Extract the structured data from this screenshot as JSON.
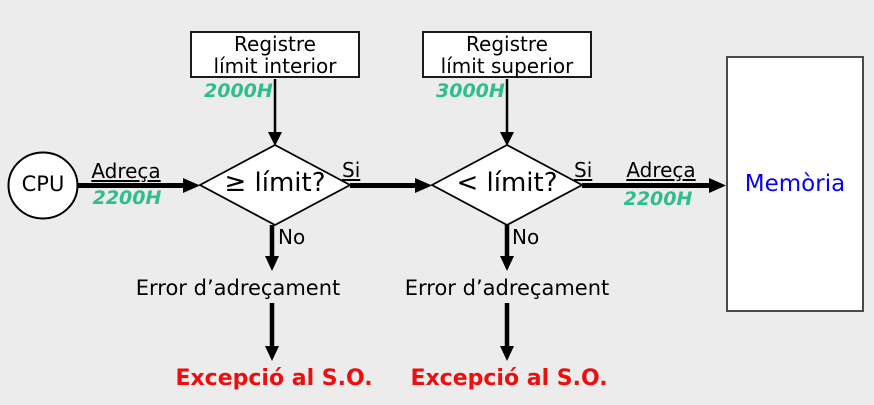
{
  "colors": {
    "background": "#ececec",
    "value_green": "#2ebe8c",
    "exception_red": "#ee0e0e",
    "memory_blue": "#0404f4",
    "line_black": "#000000"
  },
  "nodes": {
    "cpu": {
      "label": "CPU"
    },
    "register_lower": {
      "line1": "Registre",
      "line2": "límit interior",
      "value": "2000H"
    },
    "register_upper": {
      "line1": "Registre",
      "line2": "límit superior",
      "value": "3000H"
    },
    "decision_lower_bound": {
      "label": "≥ límit?"
    },
    "decision_upper_bound": {
      "label": "< límit?"
    },
    "memory": {
      "label": "Memòria"
    }
  },
  "edges": {
    "cpu_address": {
      "label": "Adreça",
      "value": "2200H"
    },
    "decision1_yes": {
      "label": "Si"
    },
    "decision1_no": {
      "label": "No"
    },
    "decision2_yes": {
      "label": "Si"
    },
    "decision2_no": {
      "label": "No"
    },
    "memory_address": {
      "label": "Adreça",
      "value": "2200H"
    }
  },
  "outcomes": {
    "error_lower": {
      "label": "Error d’adreçament"
    },
    "error_upper": {
      "label": "Error d’adreçament"
    },
    "exception_lower": {
      "label": "Excepció al S.O."
    },
    "exception_upper": {
      "label": "Excepció al S.O."
    }
  }
}
